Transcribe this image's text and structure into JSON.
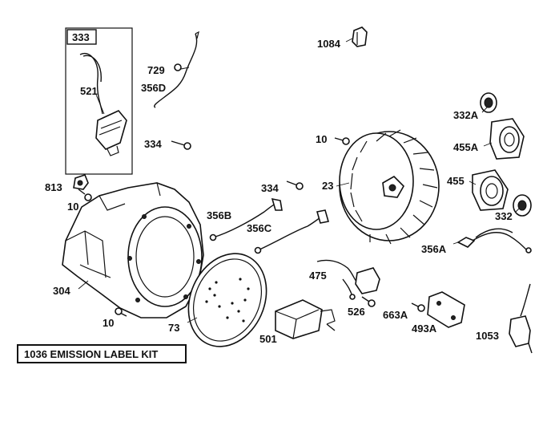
{
  "callouts": {
    "p333": "333",
    "p521": "521",
    "p729": "729",
    "p356d": "356D",
    "p1084": "1084",
    "p332a": "332A",
    "p455a": "455A",
    "p455": "455",
    "p332": "332",
    "p334_top": "334",
    "p10_top": "10",
    "p813": "813",
    "p10_left": "10",
    "p334_mid": "334",
    "p23": "23",
    "p356b": "356B",
    "p356c": "356C",
    "p356a": "356A",
    "p304": "304",
    "p475": "475",
    "p526": "526",
    "p663a": "663A",
    "p493a": "493A",
    "p10_bottom": "10",
    "p73": "73",
    "p501": "501",
    "p1053": "1053"
  },
  "kit_label": "1036 EMISSION LABEL KIT",
  "ink_color": "#111111",
  "background_color": "#ffffff"
}
